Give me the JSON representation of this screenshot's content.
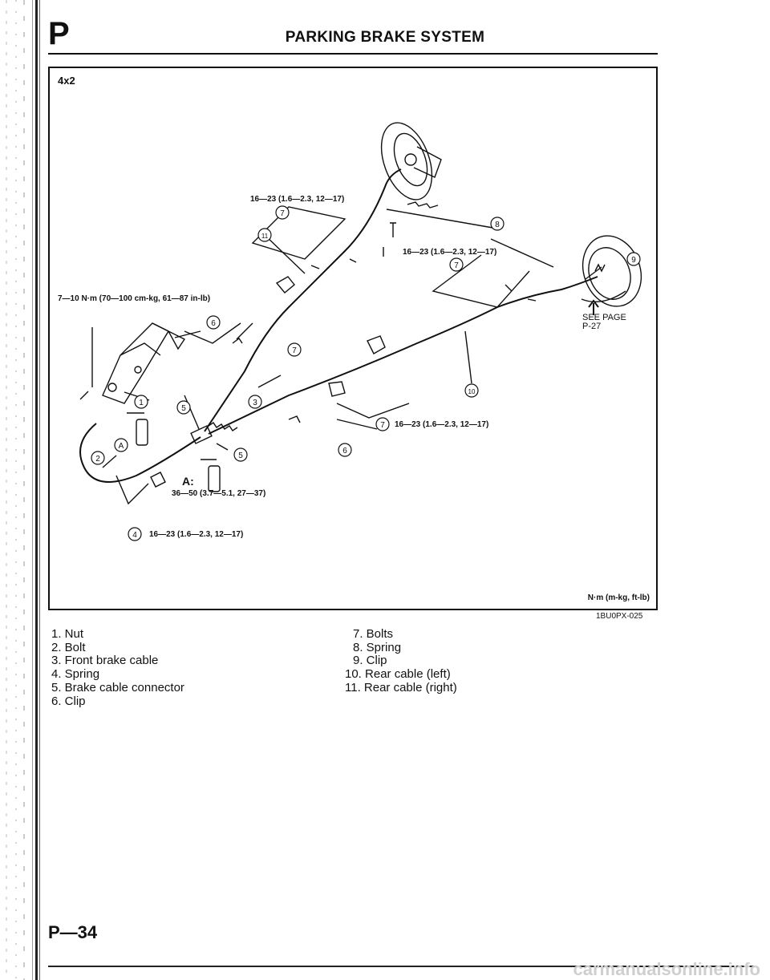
{
  "header": {
    "letter": "P",
    "title": "PARKING BRAKE SYSTEM"
  },
  "figure": {
    "variant": "4x2",
    "torque_labels": {
      "t_upper_bolts": "16—23 (1.6—2.3, 12—17)",
      "t_right_bolts": "16—23 (1.6—2.3, 12—17)",
      "t_lever_nut": "7—10 N·m (70—100 cm-kg, 61—87 in-lb)",
      "t_middle_bolts": "16—23 (1.6—2.3, 12—17)",
      "t_grease": "36—50 (3.7—5.1, 27—37)",
      "t_lower_bolt": "16—23 (1.6—2.3, 12—17)"
    },
    "see_page": {
      "line1": "SEE PAGE",
      "line2": "P-27"
    },
    "grease_marker": "A:",
    "units": "N·m (m-kg, ft-lb)",
    "code": "1BU0PX-025"
  },
  "callouts": [
    "1",
    "2",
    "3",
    "4",
    "5",
    "5",
    "6",
    "6",
    "7",
    "7",
    "7",
    "8",
    "9",
    "10",
    "11",
    "A"
  ],
  "parts_left": [
    "1. Nut",
    "2. Bolt",
    "3. Front brake cable",
    "4. Spring",
    "5. Brake cable connector",
    "6. Clip"
  ],
  "parts_right": [
    "7. Bolts",
    "8. Spring",
    "9. Clip",
    "10. Rear cable (left)",
    "11. Rear cable (right)"
  ],
  "page_number": "P—34",
  "watermark": "carmanualsonline.info"
}
